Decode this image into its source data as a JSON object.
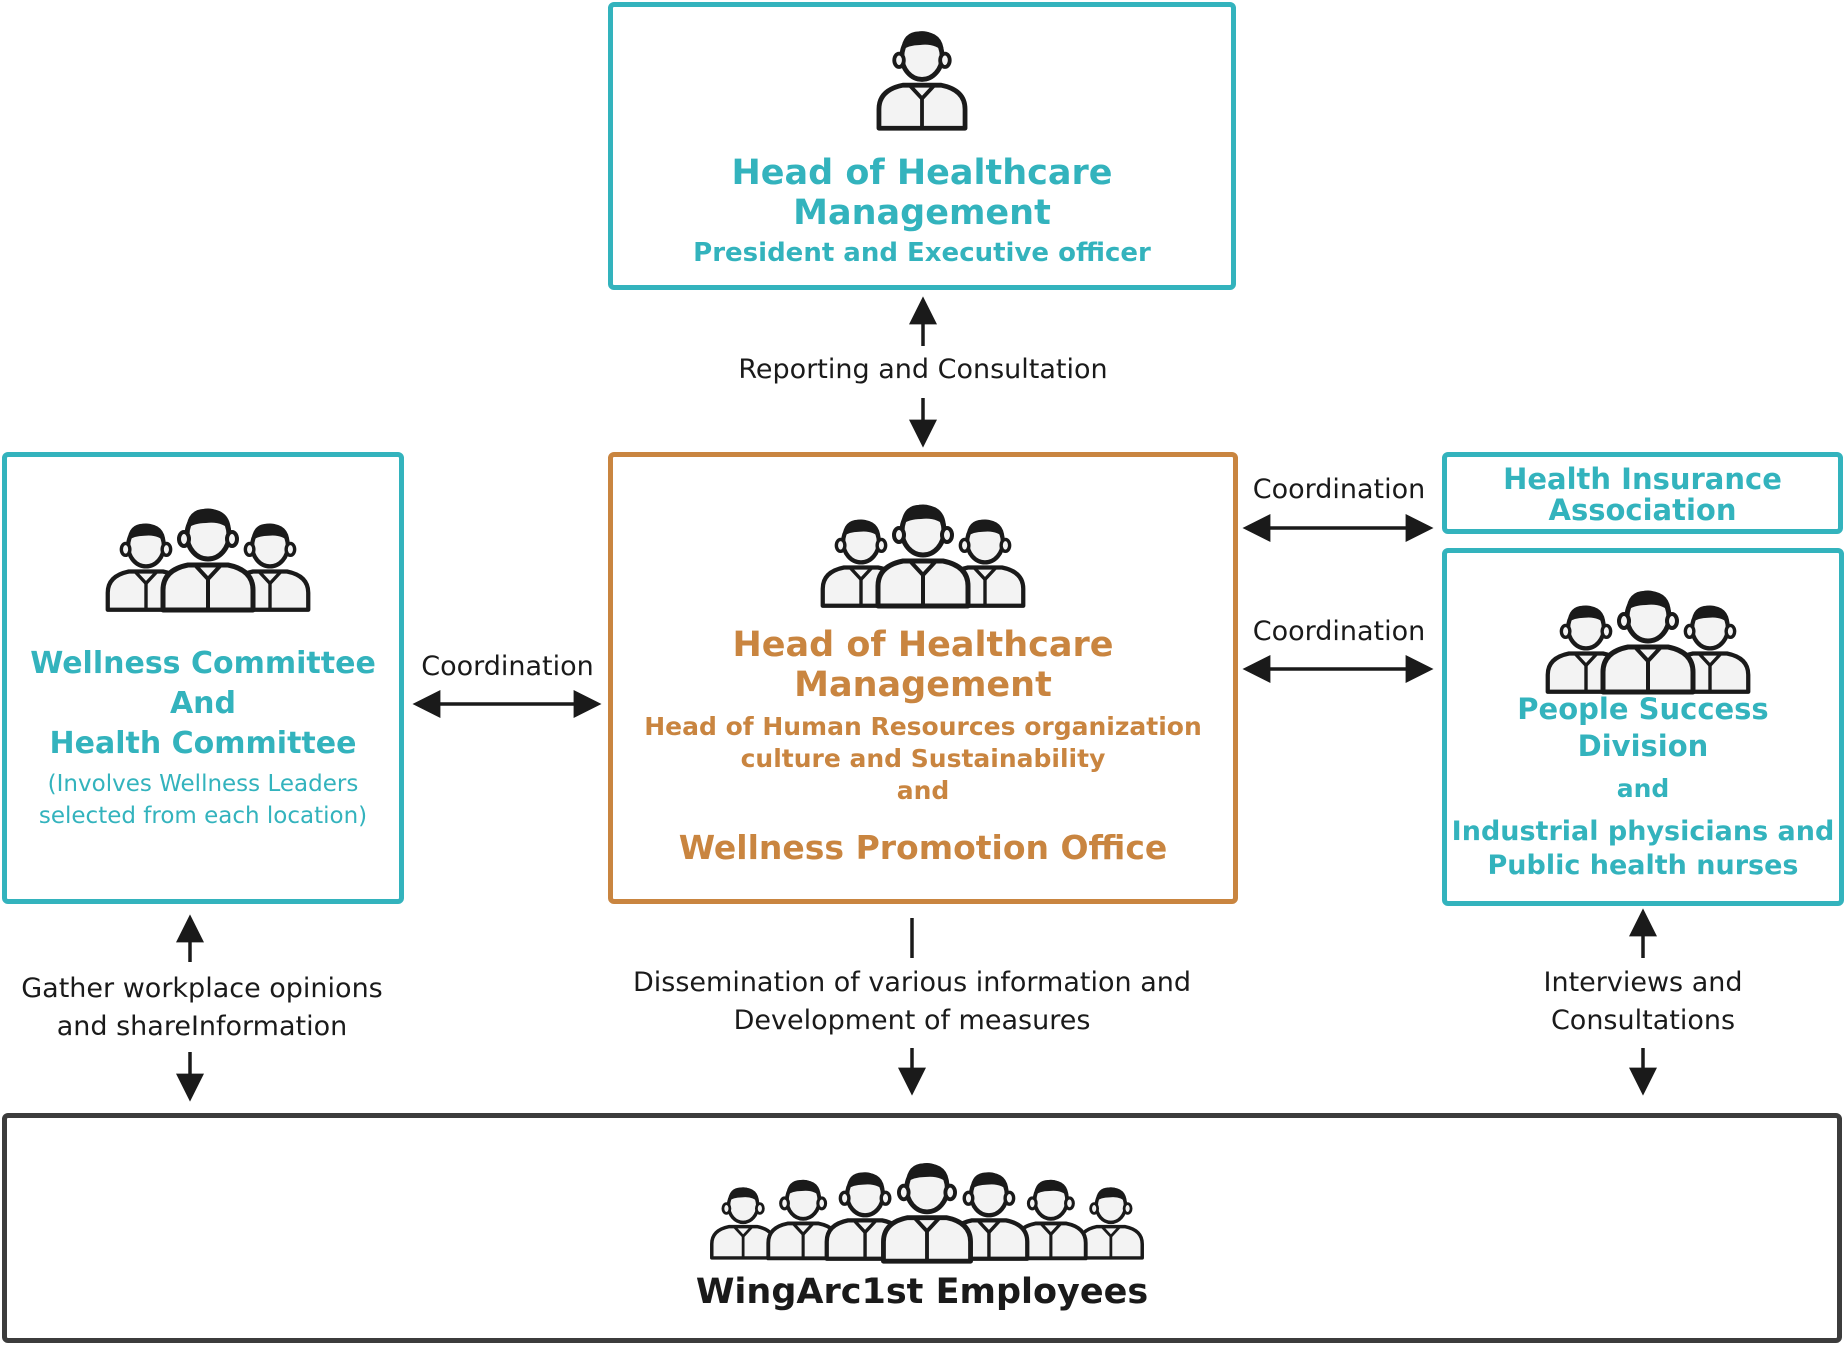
{
  "top": {
    "title": "Head of Healthcare Management",
    "subtitle": "President and Executive officer"
  },
  "center": {
    "title": "Head of Healthcare Management",
    "subtitle_line1": "Head of Human Resources organization",
    "subtitle_line2": "culture and Sustainability",
    "and": "and",
    "office": "Wellness Promotion Office"
  },
  "left": {
    "line1": "Wellness Committee",
    "line2": "And",
    "line3": "Health Committee",
    "note_line1": "(Involves Wellness Leaders",
    "note_line2": "selected from each location)"
  },
  "hia": {
    "line1": "Health Insurance",
    "line2": "Association"
  },
  "psd": {
    "line1": "People Success",
    "line2": "Division",
    "and": "and",
    "line3": "Industrial physicians and",
    "line4": "Public health nurses"
  },
  "bottom": {
    "title": "WingArc1st Employees"
  },
  "labels": {
    "reporting": "Reporting and Consultation",
    "coord_left": "Coordination",
    "coord_hia": "Coordination",
    "coord_psd": "Coordination",
    "gather_line1": "Gather workplace opinions",
    "gather_line2": "and shareInformation",
    "dissem_line1": "Dissemination of various information and",
    "dissem_line2": "Development of measures",
    "interviews_line1": "Interviews and",
    "interviews_line2": "Consultations"
  },
  "colors": {
    "teal": "#33b3bd",
    "orange": "#c98540",
    "dark": "#3c3c3c",
    "arrow": "#1a1a1a"
  },
  "icons": {
    "top": "person-icon",
    "center": "group-icon",
    "left": "group-icon",
    "psd": "group-icon",
    "bottom": "crowd-icon"
  }
}
